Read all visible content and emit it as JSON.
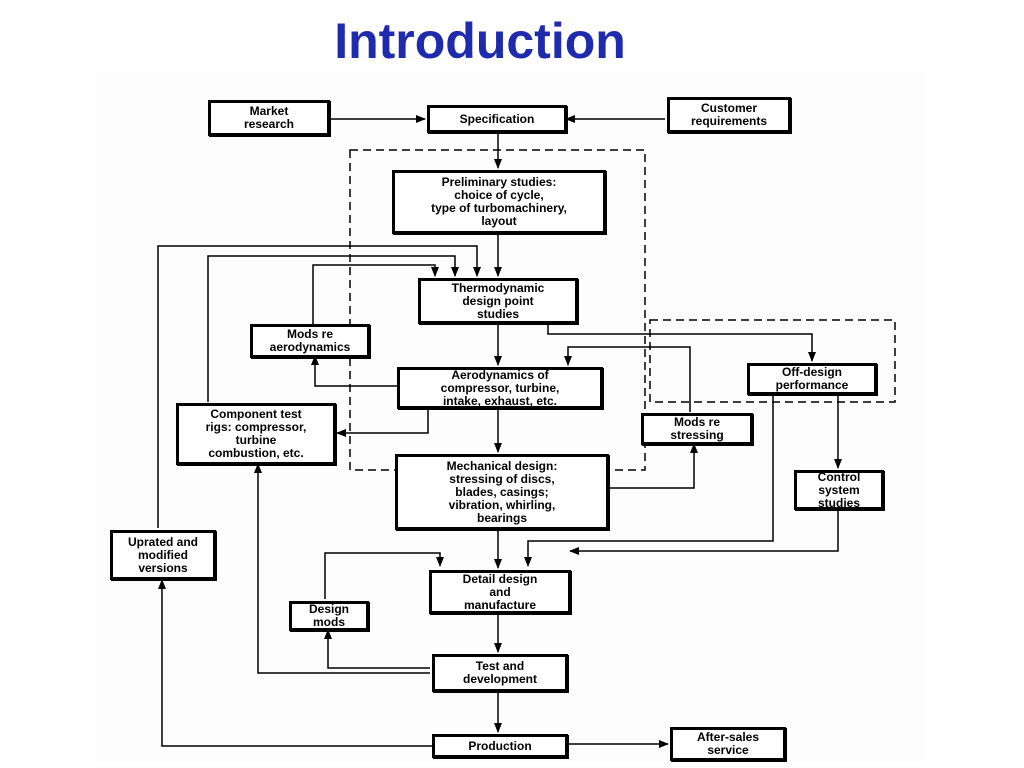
{
  "title": "Introduction",
  "colors": {
    "title": "#1f2bad",
    "line": "#000000"
  },
  "diagram": {
    "market_research": "Market\nresearch",
    "specification": "Specification",
    "customer_requirements": "Customer\nrequirements",
    "preliminary_studies": "Preliminary studies:\nchoice of cycle,\ntype of turbomachinery,\nlayout",
    "thermodynamic_design": "Thermodynamic\ndesign point\nstudies",
    "mods_aerodynamics": "Mods re\naerodynamics",
    "aerodynamics": "Aerodynamics of\ncompressor, turbine,\nintake, exhaust, etc.",
    "off_design": "Off-design\nperformance",
    "component_test": "Component test\nrigs: compressor,\nturbine\ncombustion, etc.",
    "mods_stressing": "Mods re\nstressing",
    "mechanical_design": "Mechanical design:\nstressing of discs,\nblades, casings;\nvibration, whirling,\nbearings",
    "control_system": "Control\nsystem\nstudies",
    "uprated_versions": "Uprated and\nmodified\nversions",
    "detail_design": "Detail design\nand\nmanufacture",
    "design_mods": "Design\nmods",
    "test_development": "Test and\ndevelopment",
    "production": "Production",
    "after_sales": "After-sales\nservice"
  }
}
